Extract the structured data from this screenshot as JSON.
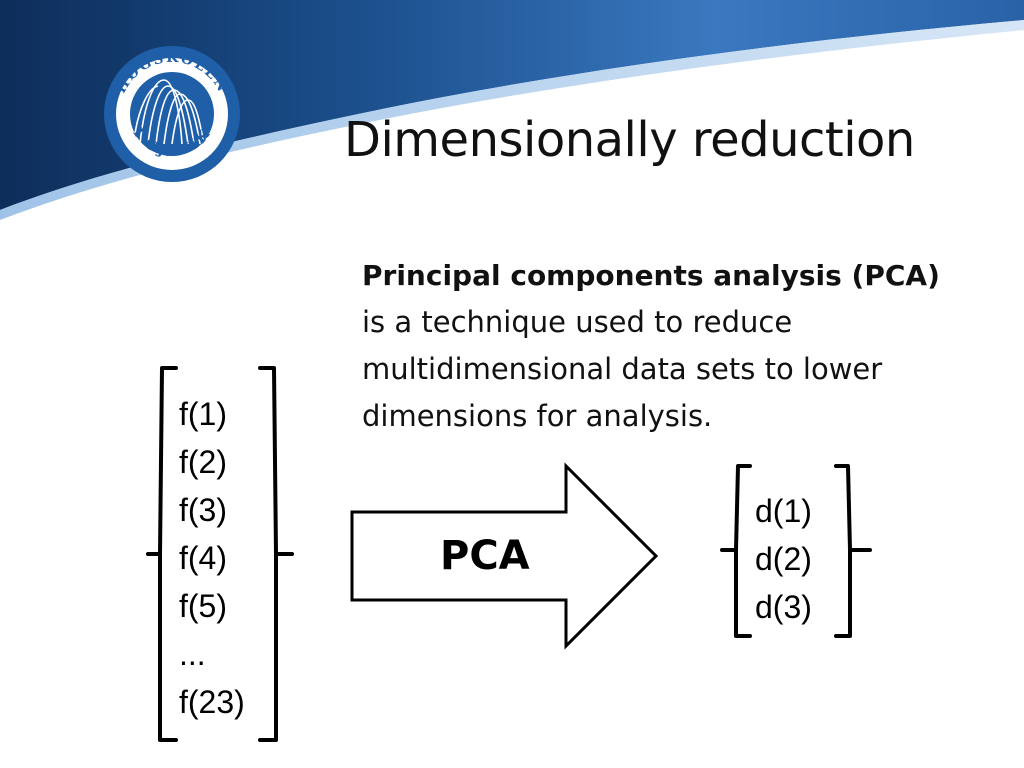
{
  "slide": {
    "title": "Dimensionally reduction",
    "logo": {
      "top_text": "HØGSKOLEN",
      "bottom_text": "I GJØVIK"
    },
    "definition": {
      "term": "Principal components analysis (PCA)",
      "body": "is a technique used to reduce multidimensional data sets to lower dimensions for analysis."
    },
    "diagram": {
      "input_features": [
        "f(1)",
        "f(2)",
        "f(3)",
        "f(4)",
        "f(5)",
        "...",
        "f(23)"
      ],
      "arrow_label": "PCA",
      "output_dimensions": [
        "d(1)",
        "d(2)",
        "d(3)"
      ]
    },
    "colors": {
      "header_dark": "#1b4f8c",
      "header_light": "#6fa8dc",
      "logo_blue": "#1f5fa8",
      "text": "#111111"
    }
  }
}
